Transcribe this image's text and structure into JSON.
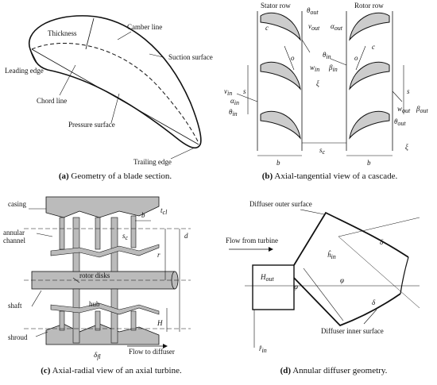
{
  "panels": {
    "a": {
      "caption_letter": "(a)",
      "caption_text": "Geometry of a blade section.",
      "labels": {
        "thickness": "Thickness",
        "camber_line": "Camber line",
        "suction_surface": "Suction surface",
        "leading_edge": "Leading edge",
        "chord_line": "Chord line",
        "pressure_surface": "Pressure surface",
        "trailing_edge": "Trailing edge"
      }
    },
    "b": {
      "caption_letter": "(b)",
      "caption_text": "Axial-tangential view of a cascade.",
      "labels": {
        "stator_row": "Stator row",
        "rotor_row": "Rotor row",
        "c": "c",
        "c2": "c",
        "o": "o",
        "o2": "o",
        "s": "s",
        "s2": "s",
        "b": "b",
        "b2": "b",
        "sc": "s",
        "sc_sub": "c",
        "theta_out": "θ",
        "theta_out_sub": "out",
        "theta_in": "θ",
        "theta_in_sub": "in",
        "theta_in2": "θ",
        "theta_in2_sub": "in",
        "theta_out2": "θ",
        "theta_out2_sub": "out",
        "v_out": "v",
        "v_out_sub": "out",
        "alpha_out": "α",
        "alpha_out_sub": "out",
        "w_in": "w",
        "w_in_sub": "in",
        "beta_in": "β",
        "beta_in_sub": "in",
        "v_in": "v",
        "v_in_sub": "in",
        "alpha_in": "α",
        "alpha_in_sub": "in",
        "w_out": "w",
        "w_out_sub": "out",
        "beta_out": "β",
        "beta_out_sub": "out",
        "xi": "ξ",
        "xi2": "ξ"
      }
    },
    "c": {
      "caption_letter": "(c)",
      "caption_text": "Axial-radial view of an axial turbine.",
      "labels": {
        "casing": "casing",
        "annular": "annular",
        "channel": "channel",
        "rotor_disks": "rotor disks",
        "shaft": "shaft",
        "hub": "hub",
        "shroud": "shroud",
        "flow_to_diffuser": "Flow to diffuser",
        "t": "t",
        "t_sub": "cl",
        "b": "b",
        "sc": "s",
        "sc_sub": "c",
        "r": "r",
        "d": "d",
        "H": "H",
        "delta": "δ",
        "delta_sub": "fl"
      }
    },
    "d": {
      "caption_letter": "(d)",
      "caption_text": "Annular diffuser geometry.",
      "labels": {
        "outer_surface": "Diffuser outer surface",
        "flow_from_turbine": "Flow from turbine",
        "h_out": "H",
        "h_out_sub": "out",
        "h_in": "ĥ",
        "h_in_sub": "in",
        "phi1": "φ",
        "phi2": "φ",
        "delta1": "δ",
        "delta2": "δ",
        "inner_surface": "Diffuser inner surface",
        "r_in": "r̂",
        "r_in_sub": "in"
      }
    }
  }
}
